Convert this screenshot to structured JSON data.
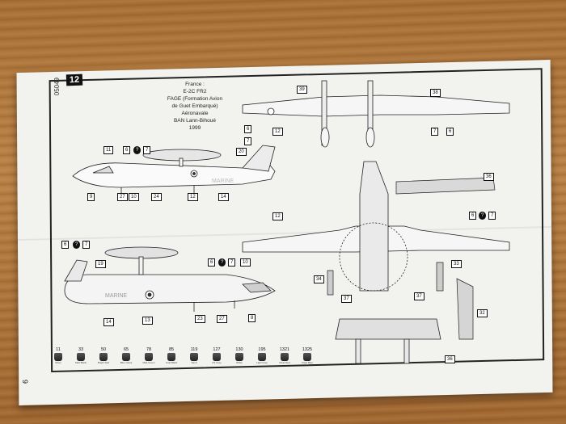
{
  "header": {
    "page_number": "12",
    "product_code": "05049",
    "corner_number": "9"
  },
  "aircraft_info": {
    "lines": [
      "France :",
      "E-2C FR2",
      "FAGE (Formation Avion",
      "de Guet Embarqué)",
      "Aéronavale",
      "BAN Lann-Bihoué",
      "1999"
    ]
  },
  "markings": {
    "marine_top": "MARINE",
    "marine_bottom": "MARINE"
  },
  "callouts_top": [
    "11",
    "6",
    "7",
    "20",
    "9",
    "27",
    "10",
    "24",
    "12",
    "14",
    "6",
    "7"
  ],
  "callouts_bottom": [
    "6",
    "7",
    "19",
    "6",
    "7",
    "10",
    "14",
    "13",
    "23",
    "27",
    "8"
  ],
  "callouts_planform": [
    "39",
    "38",
    "12",
    "7",
    "6",
    "12",
    "6",
    "7",
    "36",
    "33",
    "34",
    "37",
    "37",
    "32",
    "36"
  ],
  "paints": [
    {
      "code": "11",
      "name": "Silver"
    },
    {
      "code": "33",
      "name": "Matt Black"
    },
    {
      "code": "50",
      "name": "Bright Red"
    },
    {
      "code": "65",
      "name": "Blue Gloss"
    },
    {
      "code": "78",
      "name": "Matt Green"
    },
    {
      "code": "85",
      "name": "Coal Black"
    },
    {
      "code": "119",
      "name": "Sand"
    },
    {
      "code": "127",
      "name": "US Grey"
    },
    {
      "code": "130",
      "name": "White"
    },
    {
      "code": "195",
      "name": "Light Grey"
    },
    {
      "code": "1321",
      "name": "Clear Red"
    },
    {
      "code": "1325",
      "name": "Clear Blue"
    }
  ]
}
